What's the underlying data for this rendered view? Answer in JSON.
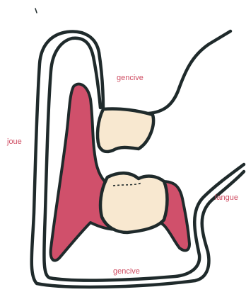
{
  "labels": {
    "gum_top": "gencive",
    "cheek": "joue",
    "tongue": "langue",
    "gum_bottom": "gencive"
  },
  "colors": {
    "outline": "#1f2a2b",
    "gum": "#d0506b",
    "tooth": "#f8e8d0",
    "label": "#cf4e63",
    "background": "#ffffff"
  }
}
